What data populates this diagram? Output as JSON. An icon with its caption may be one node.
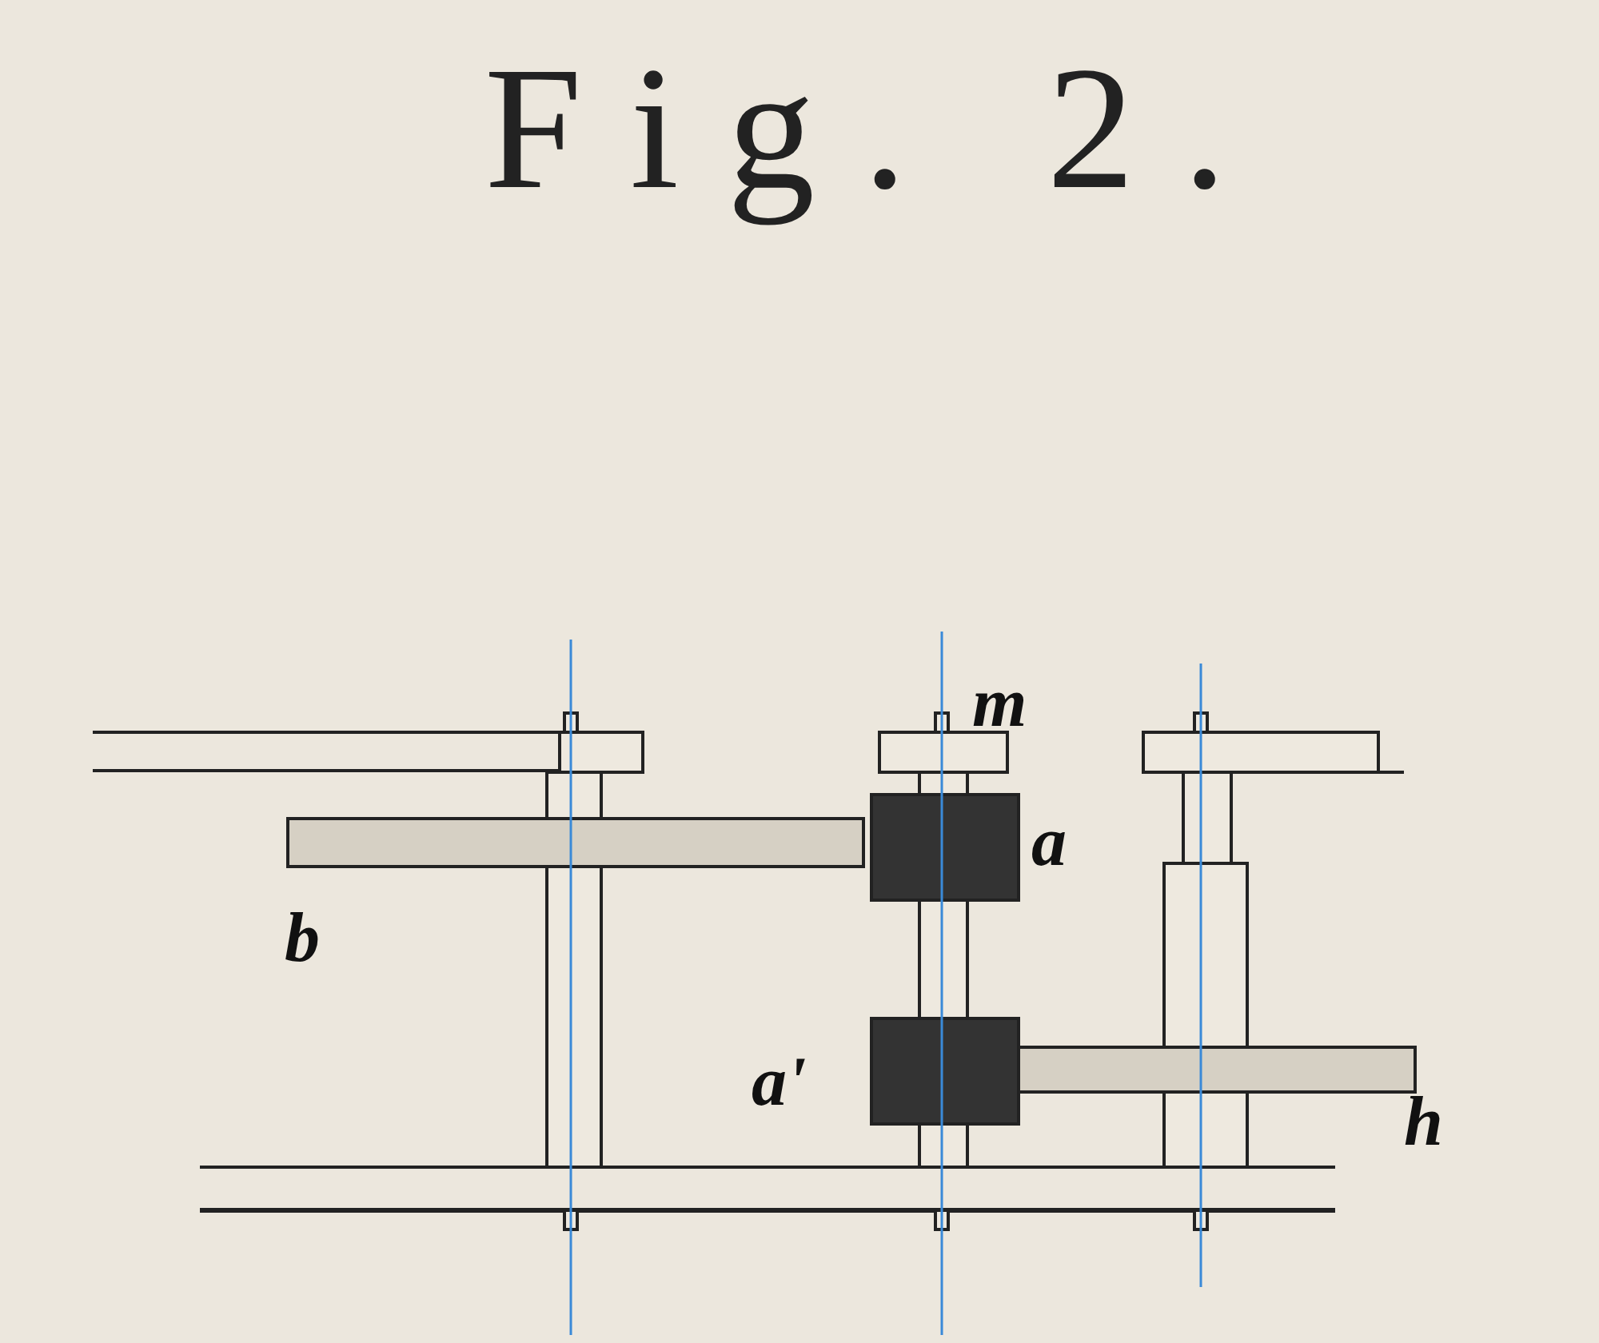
{
  "diagram": {
    "title": "Fig. 2.",
    "labels": [
      "m",
      "a",
      "b",
      "a'",
      "h"
    ]
  }
}
